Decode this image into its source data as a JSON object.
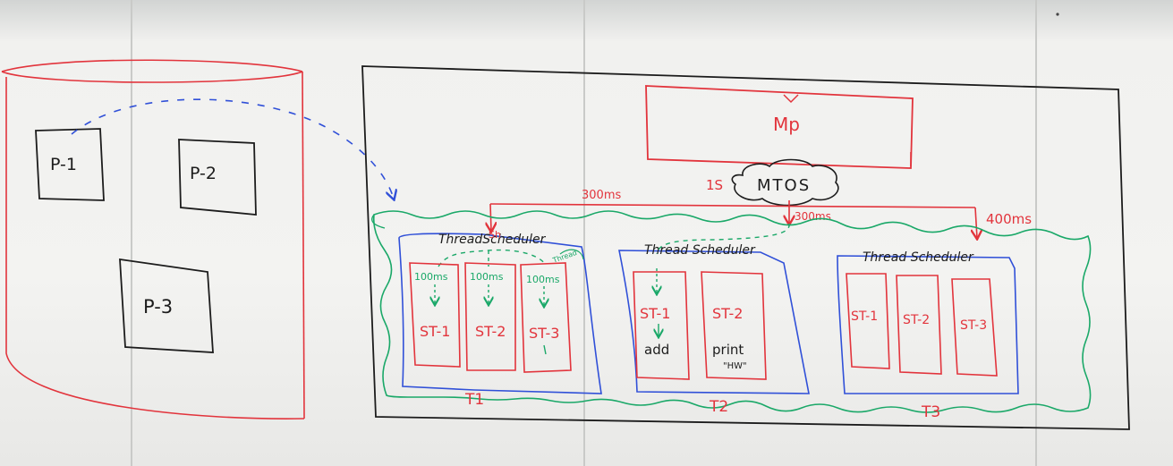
{
  "colors": {
    "red": "#e2343c",
    "blue": "#3050d8",
    "green": "#1aa868",
    "teal": "#18a585",
    "black": "#1c1c1c",
    "board": "#f3f3f1"
  },
  "storage": {
    "processes": [
      "P-1",
      "P-2",
      "P-3"
    ]
  },
  "os": {
    "main_processor": "Mp",
    "mtos": "MTOS",
    "cycle_label": "1S",
    "time_slices": [
      "300ms",
      "300ms",
      "400ms"
    ]
  },
  "schedulers": [
    {
      "title": "ThreadScheduler",
      "title_mark": "Sh",
      "label": "T1",
      "threads": [
        "ST-1",
        "ST-2",
        "ST-3"
      ],
      "thread_slices": [
        "100ms",
        "100ms",
        "100ms"
      ],
      "note": "Thread"
    },
    {
      "title": "Thread Scheduler",
      "label": "T2",
      "threads": [
        "ST-1",
        "ST-2"
      ],
      "thread_ops": [
        "add",
        "print",
        "\"HW\""
      ]
    },
    {
      "title": "Thread Scheduler",
      "label": "T3",
      "threads": [
        "ST-1",
        "ST-2",
        "ST-3"
      ]
    }
  ]
}
